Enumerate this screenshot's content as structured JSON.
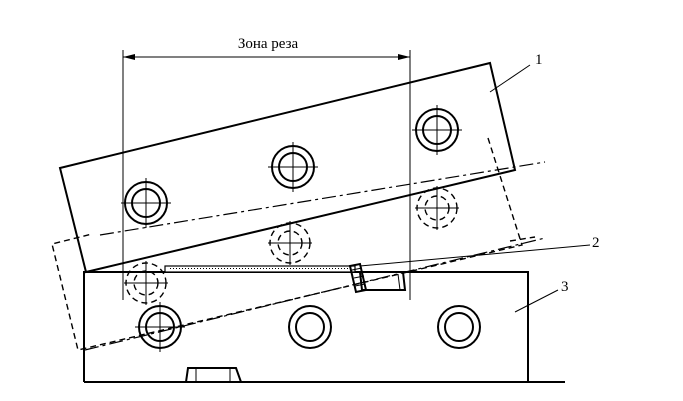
{
  "diagram": {
    "zone_label": "Зона реза",
    "callouts": [
      {
        "id": "1",
        "text": "1"
      },
      {
        "id": "2",
        "text": "2"
      },
      {
        "id": "3",
        "text": "3"
      }
    ]
  }
}
